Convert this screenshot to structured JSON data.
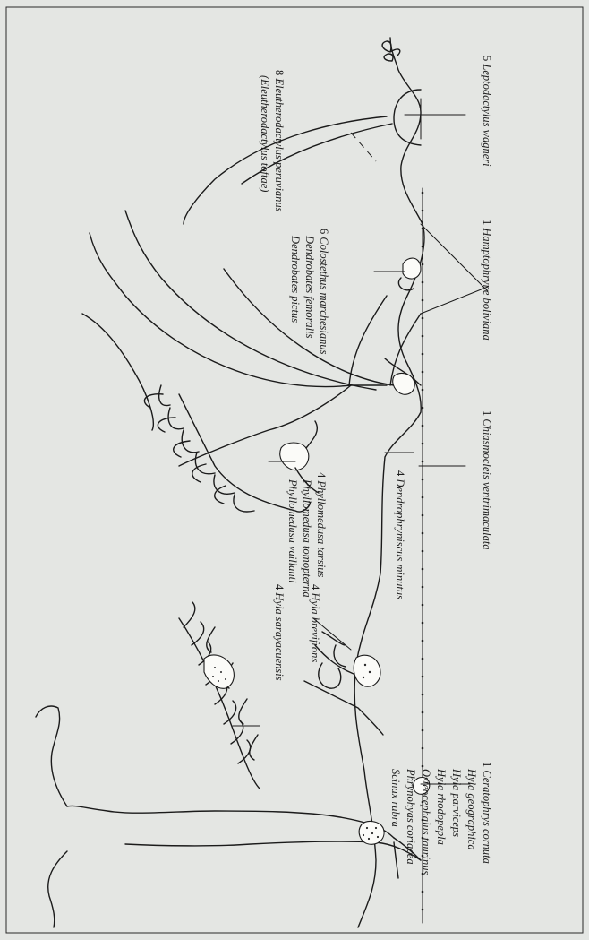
{
  "labels": {
    "group_ground_pond": {
      "number": "1",
      "species": [
        "Ceratophrys cornuta",
        "Hyla geographica",
        "Hyla parviceps",
        "Hyla rhodopepla",
        "Osteocephalus taurinus",
        "Phrynohyas coriacea",
        "Scinax rubra"
      ]
    },
    "hyla_sarayacuensis": {
      "number": "4",
      "species": "Hyla sarayacuensis"
    },
    "hyla_brevifrons": {
      "number": "4",
      "species": "Hyla brevifrons"
    },
    "phyllomedusa": {
      "number": "4",
      "species": [
        "Phyllomedusa tarsius",
        "Phyllomedusa tomopterna",
        "Phyllomedusa vaillanti"
      ]
    },
    "dendrophryniscus": {
      "number": "4",
      "species": "Dendrophryniscus minutus"
    },
    "chiasmocleis": {
      "number": "1",
      "species": "Chiasmocleis ventrimaculata"
    },
    "colostethus": {
      "number": "6",
      "species": [
        "Colostethus marchesianus",
        "Dendrobates femoralis",
        "Dendrobates pictus"
      ]
    },
    "hamptophryne": {
      "number": "1",
      "species": "Hamptophryne boliviana"
    },
    "eleutherodactylus": {
      "number": "8",
      "species": [
        "Eleutherodactylus peruvianus",
        "(Eleutherodactylus toftae)"
      ]
    },
    "leptodactylus": {
      "number": "5",
      "species": "Leptodactylus wagneri"
    }
  },
  "colors": {
    "background": "#e4e6e3",
    "ink": "#1b1b1b"
  }
}
